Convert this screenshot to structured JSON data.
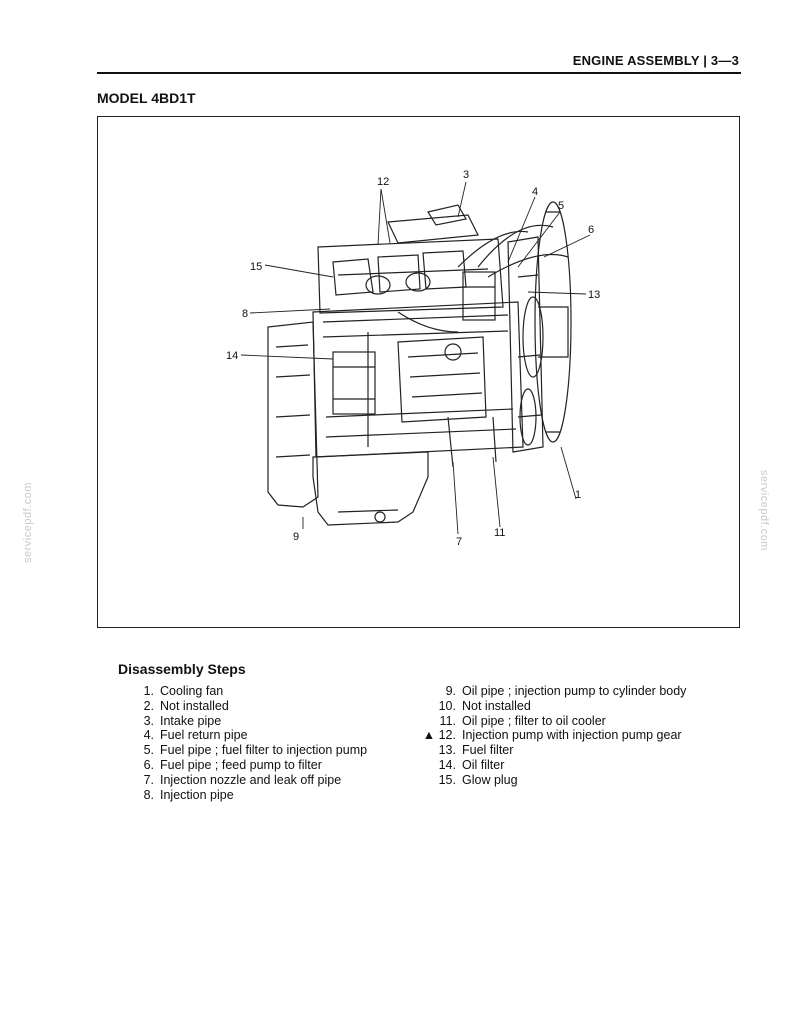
{
  "header": {
    "title": "ENGINE ASSEMBLY | 3—3"
  },
  "model": {
    "title": "MODEL 4BD1T"
  },
  "figure": {
    "callouts": [
      "1",
      "3",
      "4",
      "5",
      "6",
      "7",
      "8",
      "9",
      "11",
      "12",
      "13",
      "14",
      "15"
    ]
  },
  "watermark": "servicepdf.com",
  "disassembly": {
    "title": "Disassembly Steps",
    "left_steps": [
      {
        "num": "1.",
        "text": "Cooling fan"
      },
      {
        "num": "2.",
        "text": "Not installed"
      },
      {
        "num": "3.",
        "text": "Intake pipe"
      },
      {
        "num": "4.",
        "text": "Fuel return pipe"
      },
      {
        "num": "5.",
        "text": "Fuel pipe ; fuel filter to injection pump"
      },
      {
        "num": "6.",
        "text": "Fuel pipe ; feed pump to filter"
      },
      {
        "num": "7.",
        "text": "Injection nozzle and leak off pipe"
      },
      {
        "num": "8.",
        "text": "Injection pipe"
      }
    ],
    "right_steps": [
      {
        "num": "9.",
        "text": "Oil pipe ; injection pump to cylinder body"
      },
      {
        "num": "10.",
        "text": "Not installed"
      },
      {
        "num": "11.",
        "text": "Oil pipe ; filter to oil cooler"
      },
      {
        "num": "▲ 12.",
        "text": "Injection pump with injection pump gear"
      },
      {
        "num": "13.",
        "text": "Fuel filter"
      },
      {
        "num": "14.",
        "text": "Oil filter"
      },
      {
        "num": "15.",
        "text": "Glow plug"
      }
    ]
  }
}
